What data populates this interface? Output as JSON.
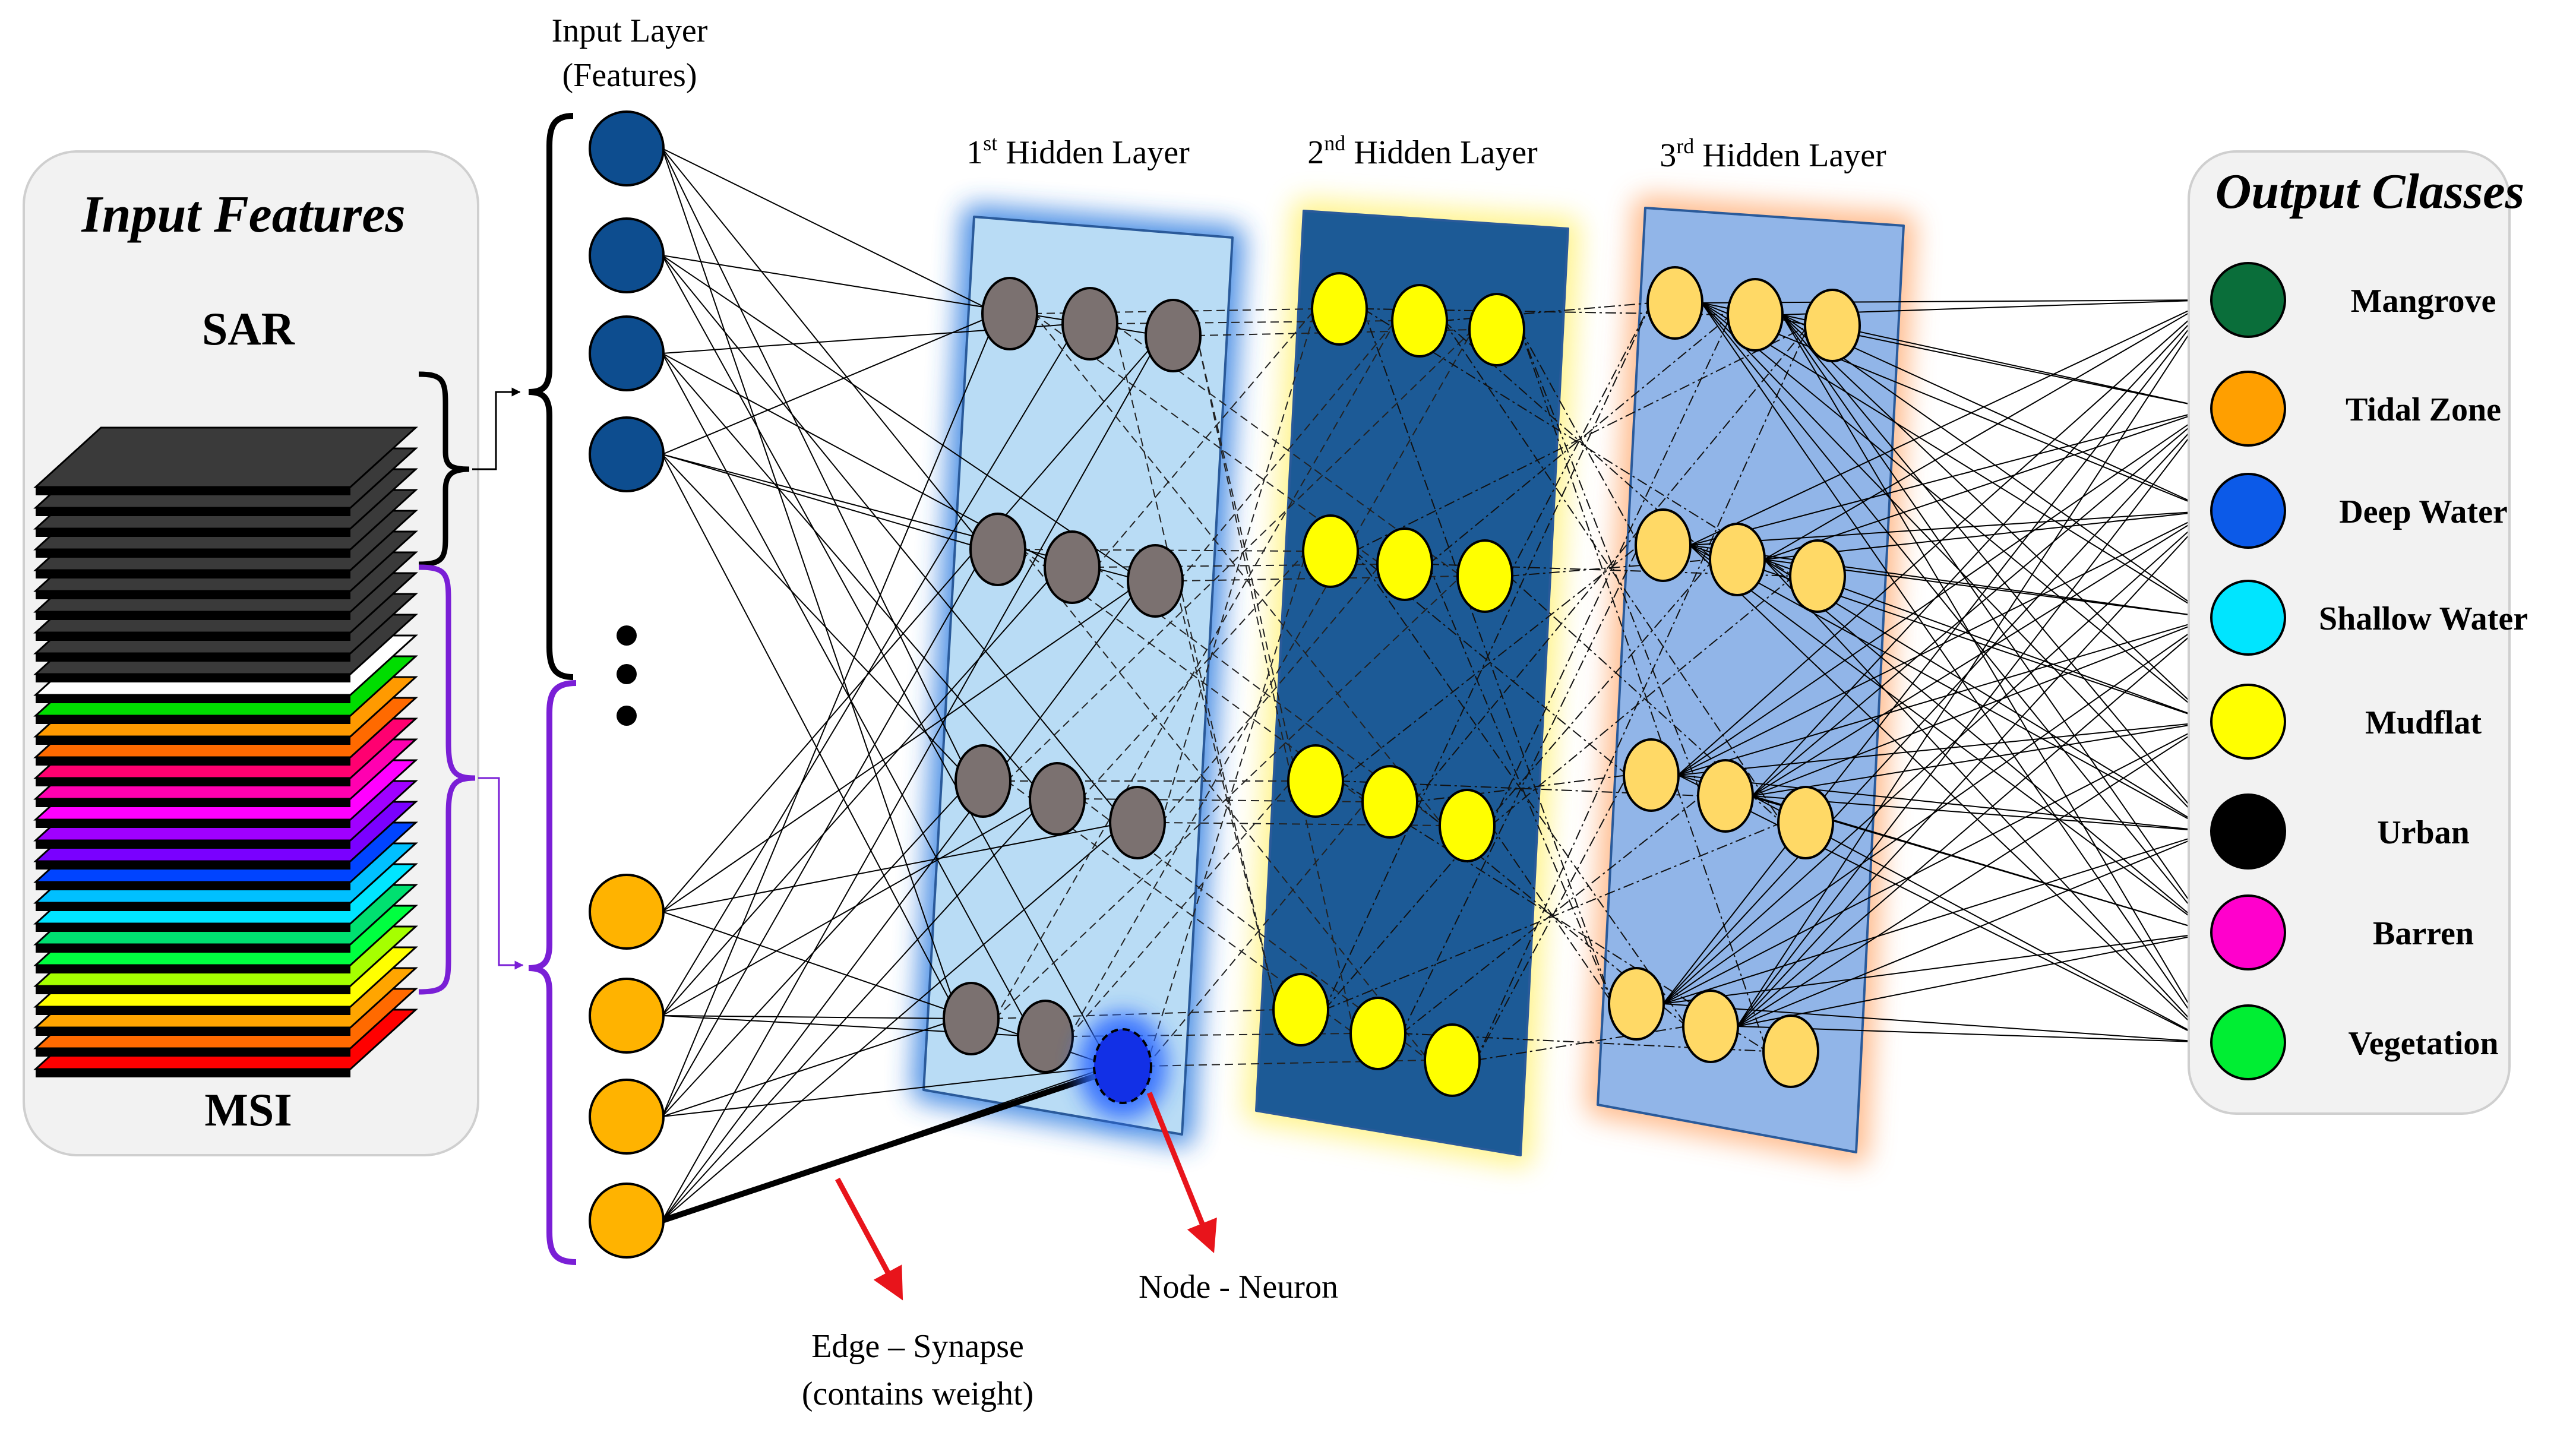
{
  "input_panel": {
    "title": "Input Features",
    "sar_label": "SAR",
    "msi_label": "MSI",
    "sar_layer_color": "#3a3a3a",
    "msi_layer_colors": [
      "#ff0000",
      "#ff6a00",
      "#ffa500",
      "#ffff00",
      "#a6ff00",
      "#00ff40",
      "#00e070",
      "#00e5ff",
      "#00c0ff",
      "#0044ff",
      "#7a00ff",
      "#a000ff",
      "#ff00ff",
      "#ff00b0",
      "#ff0070",
      "#ff6a00",
      "#ff9a00",
      "#00dd00"
    ]
  },
  "input_layer": {
    "title_line1": "Input Layer",
    "title_line2": "(Features)",
    "sar_node_color": "#0d4d8f",
    "msi_node_color": "#ffb300"
  },
  "hidden_layers": [
    {
      "label_prefix": "1",
      "label_sup": "st",
      "label_rest": " Hidden Layer",
      "panel_fill": "#b9dcf5",
      "glow": "#2f7de0",
      "node_fill": "#7b7170"
    },
    {
      "label_prefix": "2",
      "label_sup": "nd",
      "label_rest": " Hidden Layer",
      "panel_fill": "#1c5a96",
      "glow": "#fff27a",
      "node_fill": "#ffff00"
    },
    {
      "label_prefix": "3",
      "label_sup": "rd",
      "label_rest": " Hidden Layer",
      "panel_fill": "#91b5e8",
      "glow": "#ffb07a",
      "node_fill": "#ffd966"
    }
  ],
  "output_panel": {
    "title": "Output Classes",
    "classes": [
      {
        "name": "Mangrove",
        "color": "#0a6e3a"
      },
      {
        "name": "Tidal Zone",
        "color": "#ff9f00"
      },
      {
        "name": "Deep Water",
        "color": "#0c5ae8"
      },
      {
        "name": "Shallow Water",
        "color": "#00e5ff"
      },
      {
        "name": "Mudflat",
        "color": "#ffff00"
      },
      {
        "name": "Urban",
        "color": "#000000"
      },
      {
        "name": "Barren",
        "color": "#ff00cc"
      },
      {
        "name": "Vegetation",
        "color": "#00ee33"
      }
    ]
  },
  "annotations": {
    "edge_line1": "Edge – Synapse",
    "edge_line2": "(contains weight)",
    "node_label": "Node - Neuron",
    "arrow_color": "#e8141b",
    "highlight_node_color": "#1230e6"
  }
}
